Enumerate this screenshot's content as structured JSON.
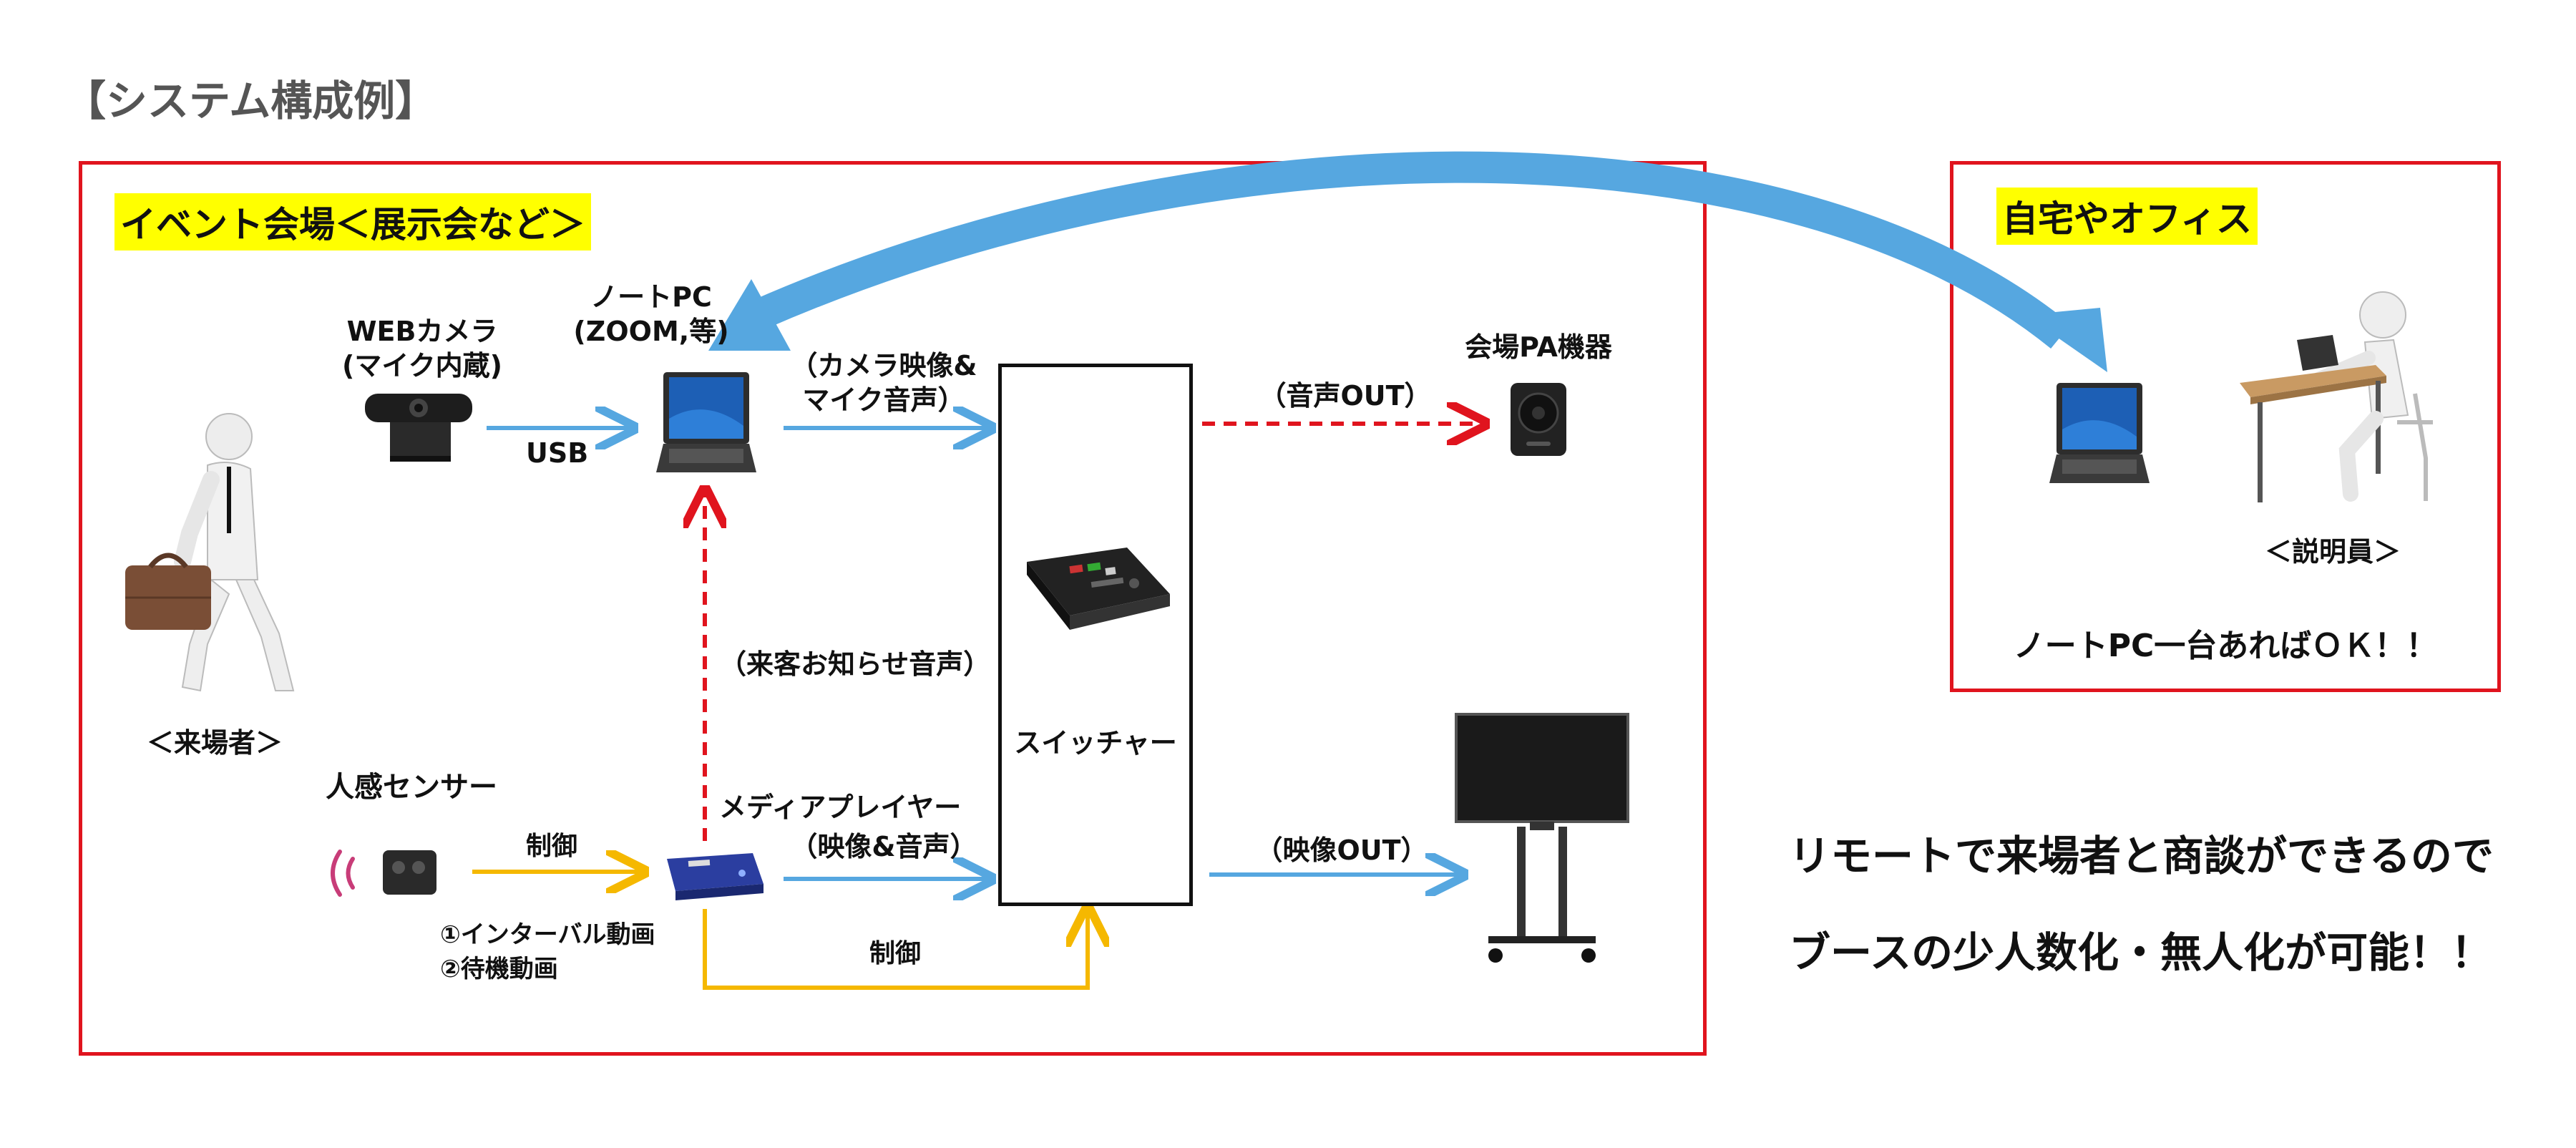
{
  "title": "【システム構成例】",
  "venue": {
    "heading": "イベント会場＜展示会など＞",
    "visitor_label": "＜来場者＞",
    "webcam_label": "WEBカメラ\n(マイク内蔵)",
    "usb_label": "USB",
    "laptop_label": "ノートPC\n(ZOOM,等)",
    "cam_mic_label": "（カメラ映像&\nマイク音声）",
    "switcher_label": "スイッチャー",
    "audio_out_label": "（音声OUT）",
    "pa_label": "会場PA機器",
    "notify_label": "（来客お知らせ音声）",
    "sensor_label": "人感センサー",
    "control_label_1": "制御",
    "player_label": "メディアプレイヤー",
    "video_audio_label": "（映像&音声）",
    "playlist_1": "①インターバル動画",
    "playlist_2": "②待機動画",
    "control_label_2": "制御",
    "video_out_label": "（映像OUT）"
  },
  "remote": {
    "heading": "自宅やオフィス",
    "staff_label": "＜説明員＞",
    "ok_label": "ノートPC一台あればＯＫ！！"
  },
  "tagline": {
    "line1": "リモートで来場者と商談ができるので",
    "line2": "ブースの少人数化・無人化が可能！！"
  },
  "colors": {
    "frame": "#e0141e",
    "highlight": "#ffff00",
    "arrow_blue": "#56a7e0",
    "arrow_red": "#e0141e",
    "arrow_yellow": "#f5b800"
  }
}
